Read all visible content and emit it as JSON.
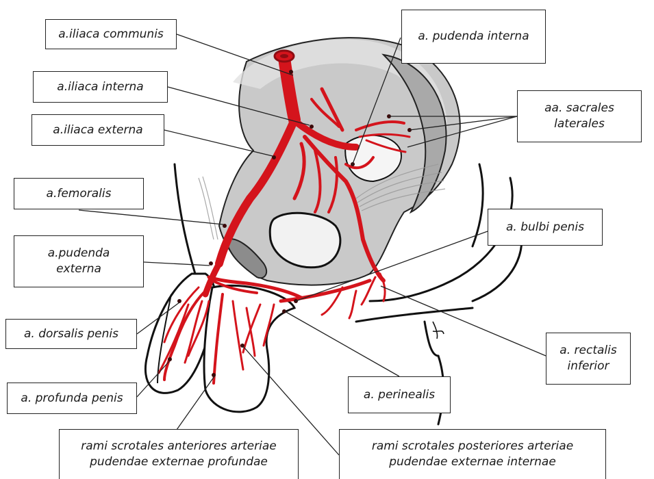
{
  "labels": {
    "iliaca_communis": "a.iliaca communis",
    "iliaca_interna": "a.iliaca interna",
    "iliaca_externa": "a.iliaca externa",
    "femoralis": "a.femoralis",
    "pudenda_externa": "a.pudenda\nexterna",
    "dorsalis_penis": "a. dorsalis penis",
    "profunda_penis": "a. profunda penis",
    "rami_scrotales_anteriores": "rami scrotales anteriores arteriae\npudendae externae profundae",
    "pudenda_interna": "a. pudenda interna",
    "sacrales_laterales": "aa. sacrales\nlaterales",
    "bulbi_penis": "a. bulbi penis",
    "rectalis_inferior": "a. rectalis\ninferior",
    "perinealis": "a. perinealis",
    "rami_scrotales_posteriores": "rami scrotales posteriores arteriae\npudendae externae internae"
  },
  "colors": {
    "artery": "#d4141c",
    "artery_dark": "#8e0c12",
    "bone": "#c4c4c4",
    "bone_light": "#dedede",
    "outline": "#111111",
    "muscle": "#b8b8b8"
  }
}
